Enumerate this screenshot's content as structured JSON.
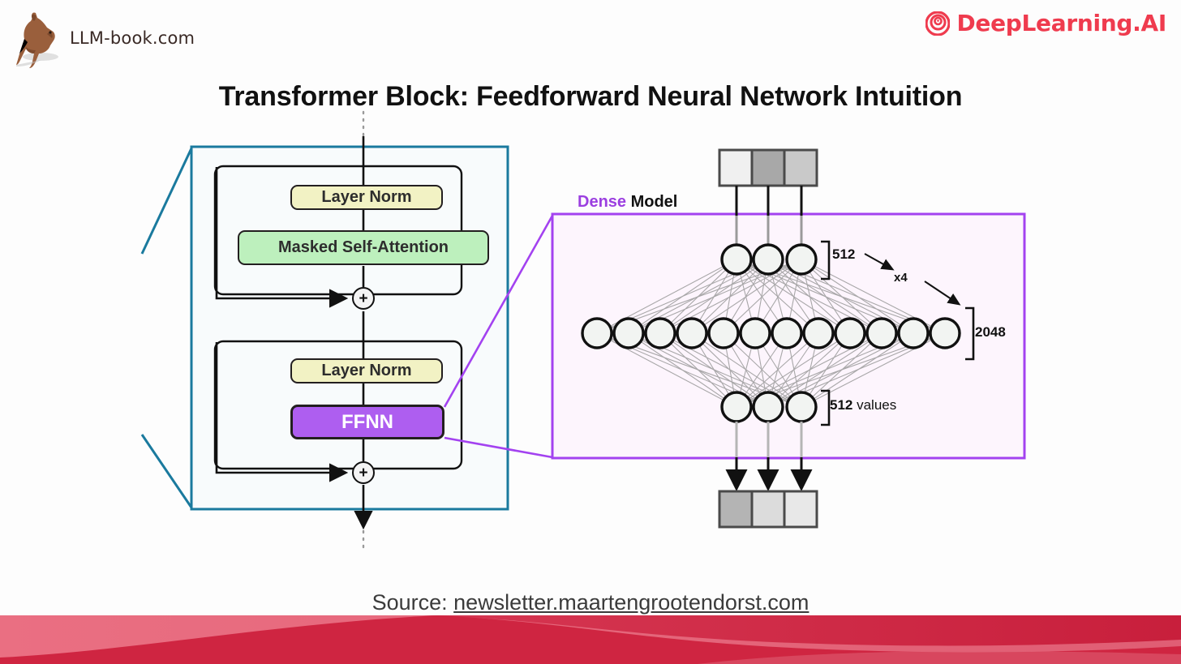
{
  "header": {
    "left_logo_text": "LLM-book.com",
    "left_logo_icon": "kangaroo-icon",
    "right_logo_text": "DeepLearning.AI",
    "right_logo_icon": "deeplearning-spiral-icon"
  },
  "title": "Transformer Block: Feedforward Neural Network Intuition",
  "transformer_block": {
    "boxes": [
      {
        "label": "Layer Norm",
        "type": "layer-norm"
      },
      {
        "label": "Masked Self-Attention",
        "type": "masked-self-attention"
      },
      {
        "label": "Layer Norm",
        "type": "layer-norm"
      },
      {
        "label": "FFNN",
        "type": "ffnn"
      }
    ],
    "residual_symbol": "+",
    "outline_color": "#1a7a9e"
  },
  "dense_panel": {
    "title_accent": "Dense",
    "title_rest": " Model",
    "accent_color": "#9b3fe0",
    "panel_border_color": "#a342f0",
    "panel_fill_color": "#fdf5fd",
    "labels": {
      "input_layer": "512",
      "expansion": "x4",
      "hidden_layer": "2048",
      "output_layer_bold": "512",
      "output_layer_rest": " values"
    },
    "layers": [
      {
        "name": "input",
        "node_count": 3
      },
      {
        "name": "hidden",
        "node_count": 12
      },
      {
        "name": "output",
        "node_count": 3
      }
    ],
    "top_cells": [
      "#f0f0f0",
      "#a8a8a8",
      "#c9c9c9"
    ],
    "bottom_cells": [
      "#b4b4b4",
      "#dcdcdc",
      "#e8e8e8"
    ]
  },
  "source": {
    "prefix": "Source: ",
    "url": "newsletter.maartengrootendorst.com"
  },
  "footer_band": {
    "color_left": "#e8687d",
    "color_right": "#cf2541"
  }
}
